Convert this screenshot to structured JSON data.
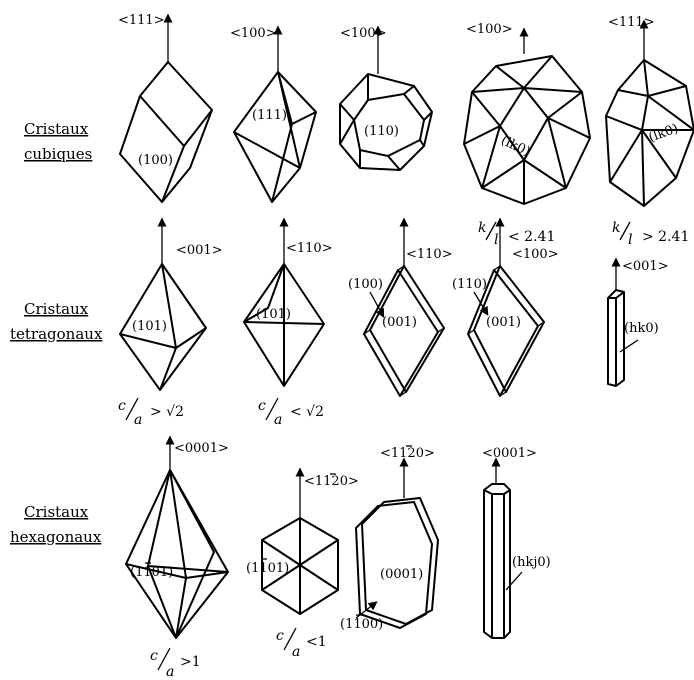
{
  "rows": {
    "cubic": {
      "title_line1": "Cristaux",
      "title_line2": "cubiques"
    },
    "tetragonal": {
      "title_line1": "Cristaux",
      "title_line2": "tetragonaux"
    },
    "hexagonal": {
      "title_line1": "Cristaux",
      "title_line2": "hexagonaux"
    }
  },
  "cubic": {
    "c1": {
      "direction": "<111>",
      "face": "(100)"
    },
    "c2": {
      "direction": "<100>",
      "face": "(111)"
    },
    "c3": {
      "direction": "<100>",
      "face": "(110)"
    },
    "c4": {
      "direction": "<100>",
      "face": "(lk0)",
      "ratio_num": "k",
      "ratio_den": "l",
      "ratio_rel": "< 2.41"
    },
    "c5": {
      "direction": "<111>",
      "face": "(lk0)",
      "ratio_num": "k",
      "ratio_den": "l",
      "ratio_rel": "> 2.41"
    }
  },
  "tetragonal": {
    "t1": {
      "direction": "<001>",
      "face": "(101)",
      "ratio_num": "c",
      "ratio_den": "a",
      "ratio_rel": "> √2"
    },
    "t2": {
      "direction": "<110>",
      "face": "(101)",
      "ratio_num": "c",
      "ratio_den": "a",
      "ratio_rel": "< √2"
    },
    "t3": {
      "direction": "<110>",
      "face_side": "(100)",
      "face_top": "(001)"
    },
    "t4": {
      "direction": "<100>",
      "face_side": "(110)",
      "face_top": "(001)"
    },
    "t5": {
      "direction": "<001>",
      "face": "(hk0)"
    }
  },
  "hexagonal": {
    "h1": {
      "direction": "<0001>",
      "face": "(1̄1̄01)",
      "face_text": "(1101)",
      "ratio_num": "c",
      "ratio_den": "a",
      "ratio_rel": ">1"
    },
    "h2": {
      "direction_text": "<1120>",
      "face_text": "(1101)",
      "ratio_num": "c",
      "ratio_den": "a",
      "ratio_rel": "<1"
    },
    "h3": {
      "direction_text": "<1120>",
      "face_top": "(0001)",
      "face_side_text": "(1100)"
    },
    "h4": {
      "direction": "<0001>",
      "face": "(hkj0)"
    }
  }
}
